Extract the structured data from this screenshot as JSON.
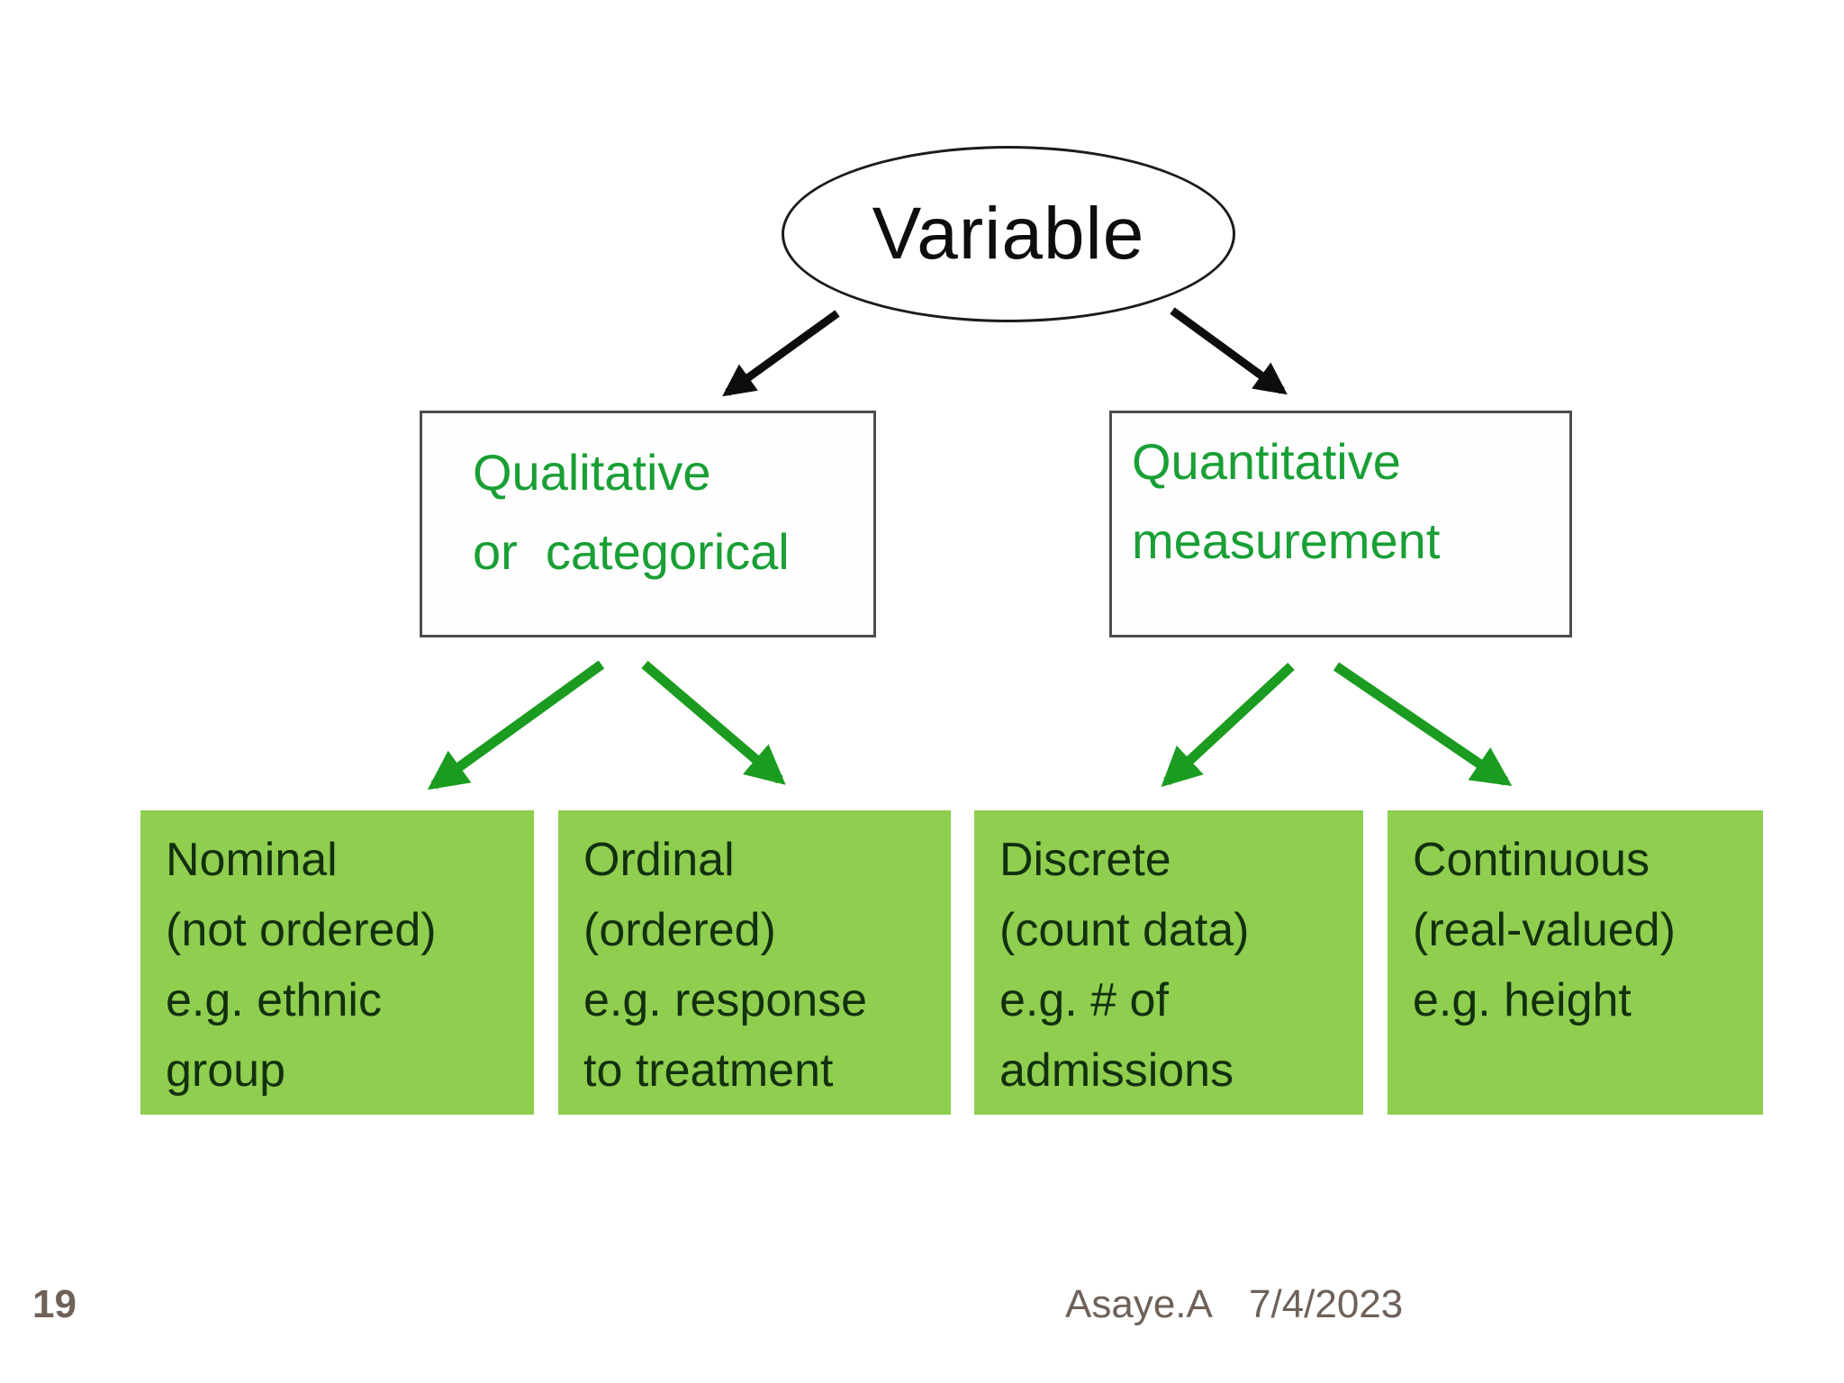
{
  "diagram": {
    "root": {
      "label": "Variable"
    },
    "level1": [
      {
        "id": "qualitative",
        "label": "Qualitative\nor  categorical"
      },
      {
        "id": "quantitative",
        "label": "Quantitative\nmeasurement"
      }
    ],
    "level2": [
      {
        "id": "nominal",
        "label": "Nominal\n(not ordered)\ne.g. ethnic\ngroup"
      },
      {
        "id": "ordinal",
        "label": "Ordinal\n(ordered)\ne.g. response\nto treatment"
      },
      {
        "id": "discrete",
        "label": "Discrete\n(count data)\ne.g. # of\nadmissions"
      },
      {
        "id": "continuous",
        "label": "Continuous\n(real-valued)\ne.g. height"
      }
    ]
  },
  "footer": {
    "page_number": "19",
    "author": "Asaye.A",
    "date": "7/4/2023"
  },
  "colors": {
    "leaf_box_fill": "#8fce4f",
    "leaf_box_text": "#12300f",
    "level1_text_green": "#199f35",
    "arrow_green": "#1b9c20",
    "arrow_black": "#0d0d0d",
    "footer_text": "#6f6158",
    "box_border": "#4d4d4d",
    "background": "#ffffff"
  }
}
